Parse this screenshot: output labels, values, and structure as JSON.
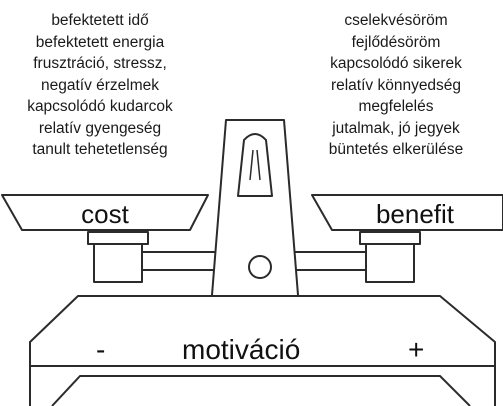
{
  "cost": {
    "label": "cost",
    "items": [
      "befektetett idő",
      "befektetett energia",
      "frusztráció, stressz,",
      "negatív érzelmek",
      "kapcsolódó kudarcok",
      "relatív gyengeség",
      "tanult tehetetlenség"
    ]
  },
  "benefit": {
    "label": "benefit",
    "items": [
      "cselekvésöröm",
      "fejlődésöröm",
      "kapcsolódó sikerek",
      "relatív könnyedség",
      "megfelelés",
      "jutalmak, jó jegyek",
      "büntetés elkerülése"
    ]
  },
  "base": {
    "minus": "-",
    "title": "motiváció",
    "plus": "+"
  },
  "colors": {
    "line": "#2b2b2b",
    "fill": "#ffffff"
  }
}
